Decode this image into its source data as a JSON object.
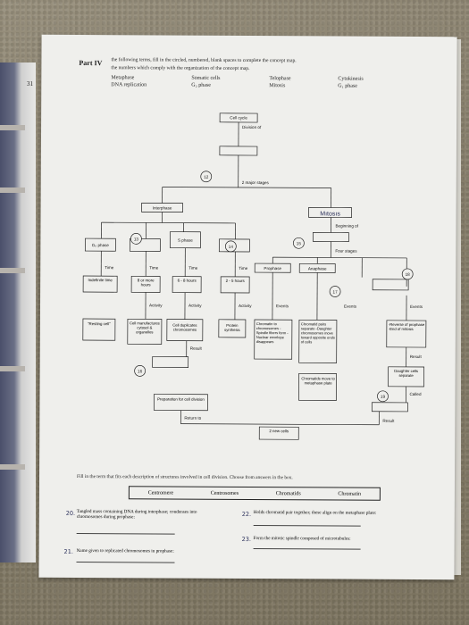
{
  "header": {
    "part": "Part IV",
    "instructions_line1": "the following terms, fill in the circled, numbered, blank spaces to complete the concept map.",
    "instructions_line2": "the numbers which comply with the organization of the concept map."
  },
  "term_bank": {
    "col1": [
      "Metaphase",
      "DNA replication"
    ],
    "col2": [
      "Somatic cells",
      "G₂ phase"
    ],
    "col3": [
      "Telophase",
      "Mitosis"
    ],
    "col4": [
      "Cytokinesis",
      "G₁ phase"
    ]
  },
  "map": {
    "cell_cycle": "Cell cycle",
    "division_of": "Division of",
    "major_stages": "2 major stages",
    "interphase": "Interphase",
    "mitosis_answer": "Mıtosıs",
    "beginning_of": "Beginning of",
    "four_stages": "Four stages",
    "circle_12": "12",
    "circle_13": "13",
    "circle_14": "14",
    "circle_15": "15",
    "circle_16": "16",
    "circle_17": "17",
    "circle_18": "18",
    "circle_19": "19",
    "g0_phase": "G₀ phase",
    "s_phase": "S phase",
    "time": "Time",
    "indefinite_time": "Indefinite time",
    "eight_more_hours": "8 or more hours",
    "six_eight_hours": "6 - 8 hours",
    "two_five_hours": "2 - 5 hours",
    "prophase": "Prophase",
    "anaphase": "Anaphase",
    "activity": "Activity",
    "events": "Events",
    "resting_cell": "\"Resting cell\"",
    "cell_manufactures": "Cell manufactures cytosol & organelles",
    "cell_duplicates": "Cell duplicates chromosomes",
    "protein_synthesis": "Protein synthesis",
    "prophase_events": "Chromatin to chromosomes -Spindle fibers form -Nuclear envelope disappears",
    "anaphase_events": "Chromatid pairs separate -Daughter chromosomes move toward opposite ends of cells",
    "telophase_events": "-Reverse of prophase -End of mitosis",
    "result": "Result",
    "daughter_cells_separate": "Daughter cells separate",
    "chromatids_move": "Chromatids move to metaphase plate",
    "called": "Called",
    "prep_division": "Preparation for cell division",
    "return_to": "Return to",
    "two_new_cells": "2 new cells"
  },
  "part2": {
    "instruction": "Fill in the term that fits each description of structures involved in cell division. Choose from answers in the box.",
    "choices": [
      "Centromere",
      "Centrosomes",
      "Chromatids",
      "Chromatin"
    ],
    "q20_num": "20.",
    "q20": "Tangled mass containing DNA during interphase; condenses into chromosomes during prophase:",
    "q21_num": "21.",
    "q21": "Name given to replicated chromosomes in prophase:",
    "q22_num": "22.",
    "q22": "Holds chromatid pair together; these align on the metaphase plate:",
    "q23_num": "23.",
    "q23": "Form the mitotic spindle composed of microtubules:"
  },
  "margin_number": "31"
}
